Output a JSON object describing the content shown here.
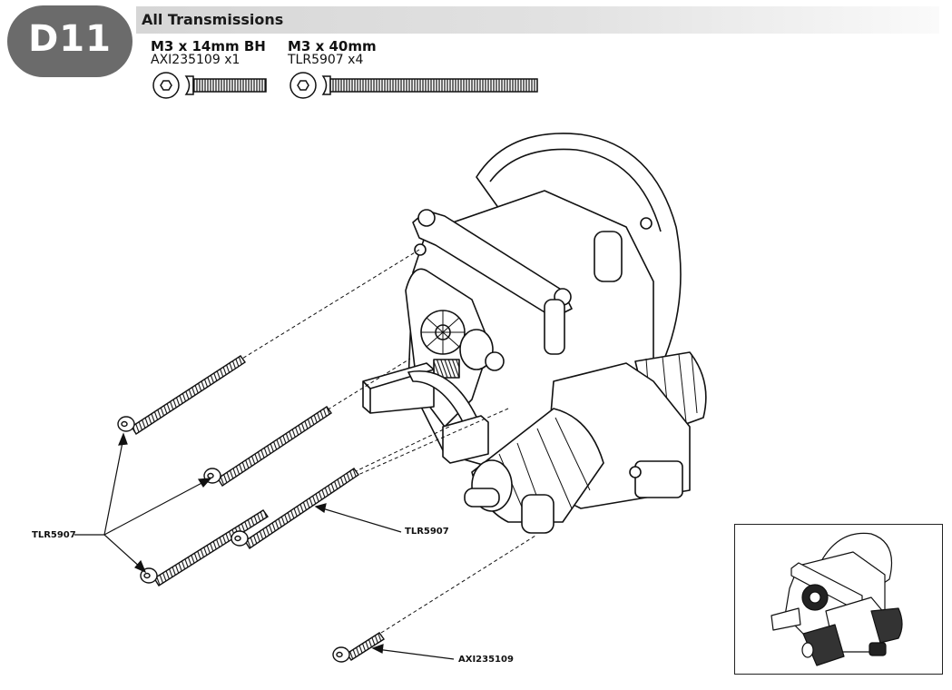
{
  "step": {
    "label": "D11"
  },
  "header": {
    "title": "All Transmissions"
  },
  "parts": [
    {
      "name": "M3 x 14mm BH",
      "code": "AXI235109 x1"
    },
    {
      "name": "M3 x 40mm",
      "code": "TLR5907 x4"
    }
  ],
  "callouts": {
    "left": "TLR5907",
    "right": "TLR5907",
    "bottom": "AXI235109"
  }
}
